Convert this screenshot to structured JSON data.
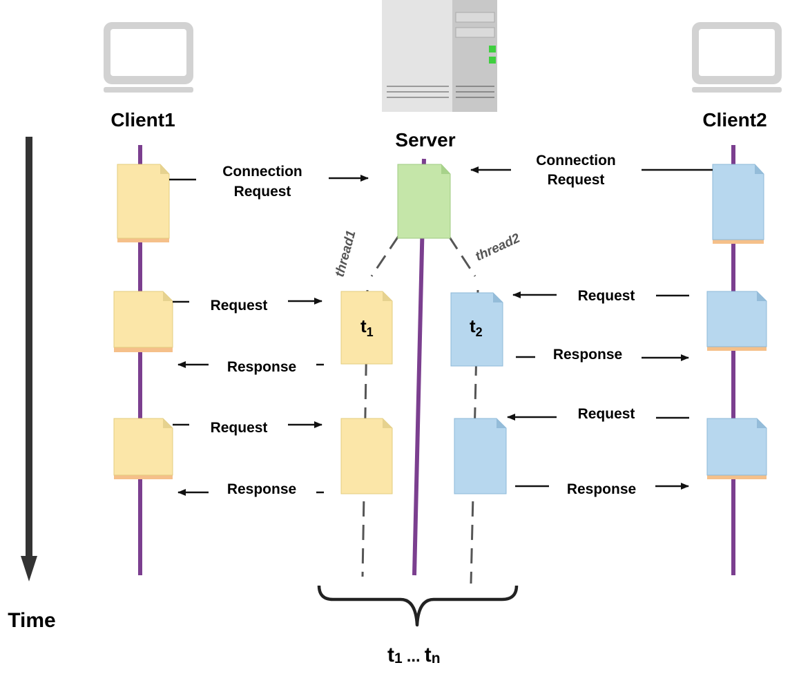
{
  "actors": {
    "client1": "Client1",
    "server": "Server",
    "client2": "Client2"
  },
  "time_label": "Time",
  "connection_request_line1": "Connection",
  "connection_request_line2": "Request",
  "messages": {
    "request": "Request",
    "response": "Response"
  },
  "threads": {
    "thread1": "thread1",
    "thread2": "thread2",
    "t1_base": "t",
    "t1_sub": "1",
    "t2_base": "t",
    "t2_sub": "2"
  },
  "brace_label": {
    "t1_base": "t",
    "t1_sub": "1",
    "ellipsis": "...",
    "tn_base": "t",
    "tn_sub": "n"
  },
  "colors": {
    "lifeline": "#7b3f8f",
    "client1_doc": "#fbe6a8",
    "client2_doc": "#b7d7ee",
    "server_doc": "#c5e6a9",
    "shadow": "#f5c08a"
  }
}
